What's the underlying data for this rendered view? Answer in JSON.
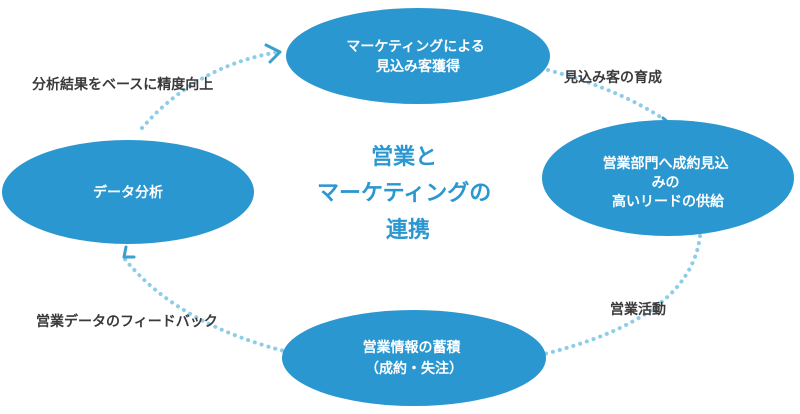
{
  "center_title": {
    "lines": [
      "営業と",
      "マーケティングの",
      "連携"
    ]
  },
  "nodes": {
    "marketing": {
      "lines": [
        "マーケティングによる",
        "見込み客獲得"
      ]
    },
    "sales_supply": {
      "lines": [
        "営業部門へ成約見込",
        "みの",
        "高いリードの供給"
      ]
    },
    "sales_info": {
      "lines": [
        "営業情報の蓄積",
        "（成約・失注）"
      ]
    },
    "data_analysis": {
      "lines": [
        "データ分析"
      ]
    }
  },
  "edges": {
    "nurture": "見込み客の育成",
    "sales_activity": "営業活動",
    "feedback": "営業データのフィードバック",
    "improve": "分析結果をベースに精度向上"
  },
  "colors": {
    "node_fill": "#2b97d0",
    "dots": "#8ecde8",
    "arrow": "#3b9fd2",
    "label": "#3a3a3a",
    "center_text": "#2b97d0"
  }
}
